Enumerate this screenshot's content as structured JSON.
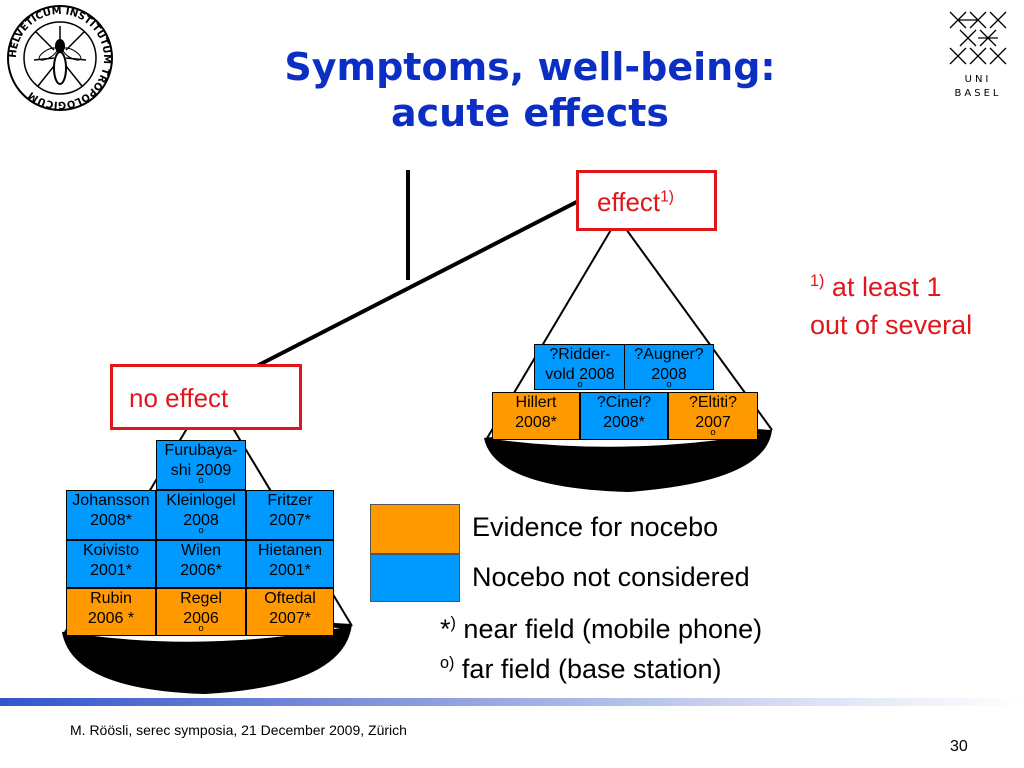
{
  "title": {
    "line1": "Symptoms, well-being:",
    "line2": "acute effects"
  },
  "logos": {
    "left_seal": "HELVETICUM INSTITUTUM TROPOLOGICUM",
    "right_logo_line1": "UNI",
    "right_logo_line2": "BASEL"
  },
  "scale": {
    "effect_label": "effect",
    "effect_sup": "1)",
    "no_effect_label": "no effect"
  },
  "footnote_effect": {
    "sup": "1)",
    "line1": "at least 1",
    "line2": "out of several"
  },
  "right_pan": {
    "row_top": [
      {
        "line1": "?Ridder-",
        "line2": "vold 2008",
        "mark": "o",
        "color": "blue"
      },
      {
        "line1": "?Augner?",
        "line2": "2008",
        "mark": "o",
        "color": "blue"
      }
    ],
    "row_bottom": [
      {
        "line1": "Hillert",
        "line2": "2008*",
        "mark": "",
        "color": "orange"
      },
      {
        "line1": "?Cinel?",
        "line2": "2008*",
        "mark": "",
        "color": "blue"
      },
      {
        "line1": "?Eltiti?",
        "line2": "2007",
        "mark": "o",
        "color": "orange"
      }
    ]
  },
  "left_pan": {
    "top": {
      "line1": "Furubaya-",
      "line2": "shi 2009",
      "mark": "o",
      "color": "blue"
    },
    "rows": [
      [
        {
          "line1": "Johansson",
          "line2": "2008*",
          "mark": "",
          "color": "blue"
        },
        {
          "line1": "Kleinlogel",
          "line2": "2008",
          "mark": "o",
          "color": "blue"
        },
        {
          "line1": "Fritzer",
          "line2": "2007*",
          "mark": "",
          "color": "blue"
        }
      ],
      [
        {
          "line1": "Koivisto",
          "line2": "2001*",
          "mark": "",
          "color": "blue"
        },
        {
          "line1": "Wilen",
          "line2": "2006*",
          "mark": "",
          "color": "blue"
        },
        {
          "line1": "Hietanen",
          "line2": "2001*",
          "mark": "",
          "color": "blue"
        }
      ],
      [
        {
          "line1": "Rubin",
          "line2": "2006 *",
          "mark": "",
          "color": "orange"
        },
        {
          "line1": "Regel",
          "line2": "2006",
          "mark": "o",
          "color": "orange"
        },
        {
          "line1": "Oftedal",
          "line2": "2007*",
          "mark": "",
          "color": "orange"
        }
      ]
    ]
  },
  "legend": {
    "orange_label": "Evidence for nocebo",
    "blue_label": "Nocebo not considered",
    "near_mark": "*",
    "near_sup": ")",
    "near_text": "near field (mobile phone)",
    "far_sup": "o)",
    "far_text": "far field (base station)"
  },
  "colors": {
    "orange": "#ff9900",
    "blue": "#0099ff",
    "title": "#0b2fc4",
    "red": "#e0161b"
  },
  "footer": {
    "text": "M. Röösli, serec symposia, 21 December 2009, Zürich",
    "page": "30"
  }
}
